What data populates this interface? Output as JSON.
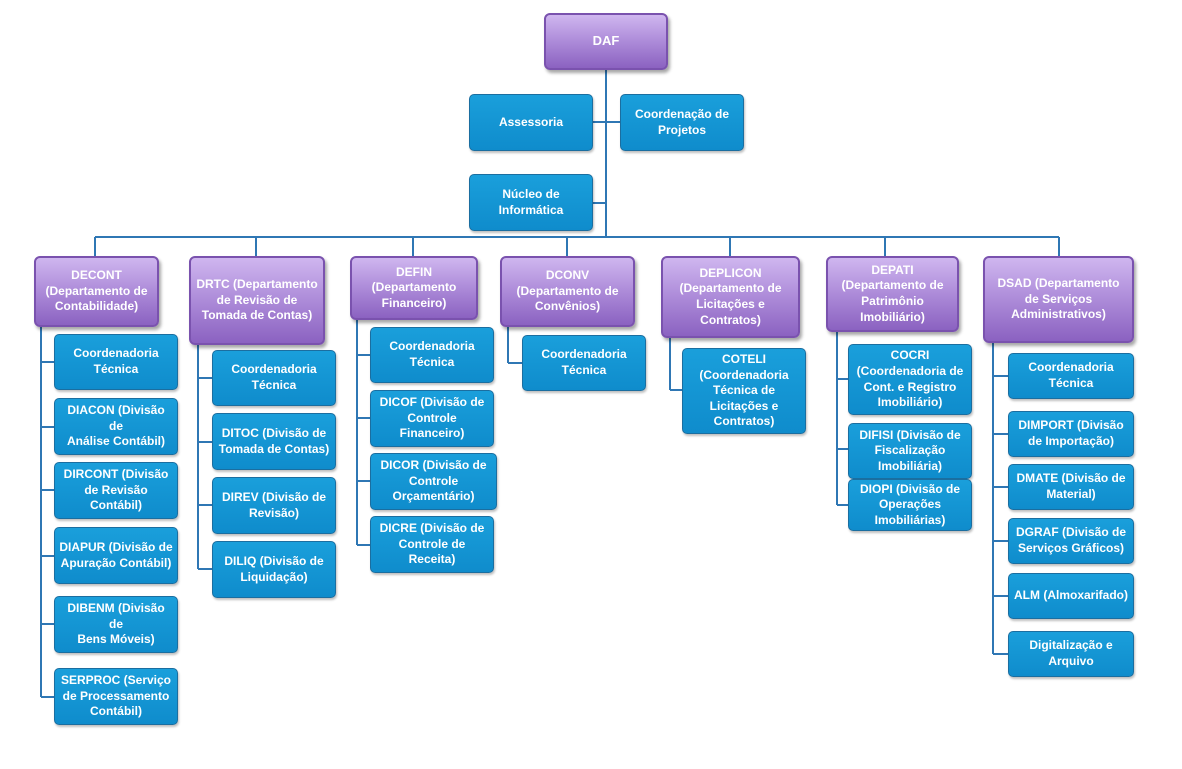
{
  "root": {
    "label": "DAF"
  },
  "staff": {
    "assessoria": "Assessoria",
    "coordenacao_projetos": "Coordenação de\nProjetos",
    "nucleo_informatica": "Núcleo de\nInformática"
  },
  "departments": [
    {
      "key": "decont",
      "label": "DECONT\n(Departamento de\nContabilidade)",
      "units": [
        "Coordenadoria\nTécnica",
        "DIACON (Divisão de\nAnálise Contábil)",
        "DIRCONT (Divisão\nde Revisão\nContábil)",
        "DIAPUR (Divisão de\nApuração Contábil)",
        "DIBENM (Divisão de\nBens Móveis)",
        "SERPROC (Serviço\nde Processamento\nContábil)"
      ]
    },
    {
      "key": "drtc",
      "label": "DRTC (Departamento\nde Revisão de\nTomada de Contas)",
      "units": [
        "Coordenadoria\nTécnica",
        "DITOC (Divisão de\nTomada de Contas)",
        "DIREV (Divisão de\nRevisão)",
        "DILIQ (Divisão de\nLiquidação)"
      ]
    },
    {
      "key": "defin",
      "label": "DEFIN\n(Departamento\nFinanceiro)",
      "units": [
        "Coordenadoria\nTécnica",
        "DICOF (Divisão de\nControle\nFinanceiro)",
        "DICOR (Divisão de\nControle\nOrçamentário)",
        "DICRE (Divisão de\nControle de\nReceita)"
      ]
    },
    {
      "key": "dconv",
      "label": "DCONV\n(Departamento de\nConvênios)",
      "units": [
        "Coordenadoria\nTécnica"
      ]
    },
    {
      "key": "deplicon",
      "label": "DEPLICON\n(Departamento de\nLicitações e\nContratos)",
      "units": [
        "COTELI\n(Coordenadoria\nTécnica de\nLicitações e\nContratos)"
      ]
    },
    {
      "key": "depati",
      "label": "DEPATI\n(Departamento de\nPatrimônio\nImobiliário)",
      "units": [
        "COCRI\n(Coordenadoria de\nCont. e Registro\nImobiliário)",
        "DIFISI (Divisão de\nFiscalização\nImobiliária)",
        "DIOPI (Divisão de\nOperações\nImobiliárias)"
      ]
    },
    {
      "key": "dsad",
      "label": "DSAD (Departamento\nde Serviços\nAdministrativos)",
      "units": [
        "Coordenadoria\nTécnica",
        "DIMPORT (Divisão\nde Importação)",
        "DMATE (Divisão de\nMaterial)",
        "DGRAF (Divisão de\nServiços Gráficos)",
        "ALM (Almoxarifado)",
        "Digitalização e\nArquivo"
      ]
    }
  ],
  "colors": {
    "unit_fill": "#1596d5",
    "department_fill": "#ab8ad6",
    "connector": "#2f77b4"
  }
}
